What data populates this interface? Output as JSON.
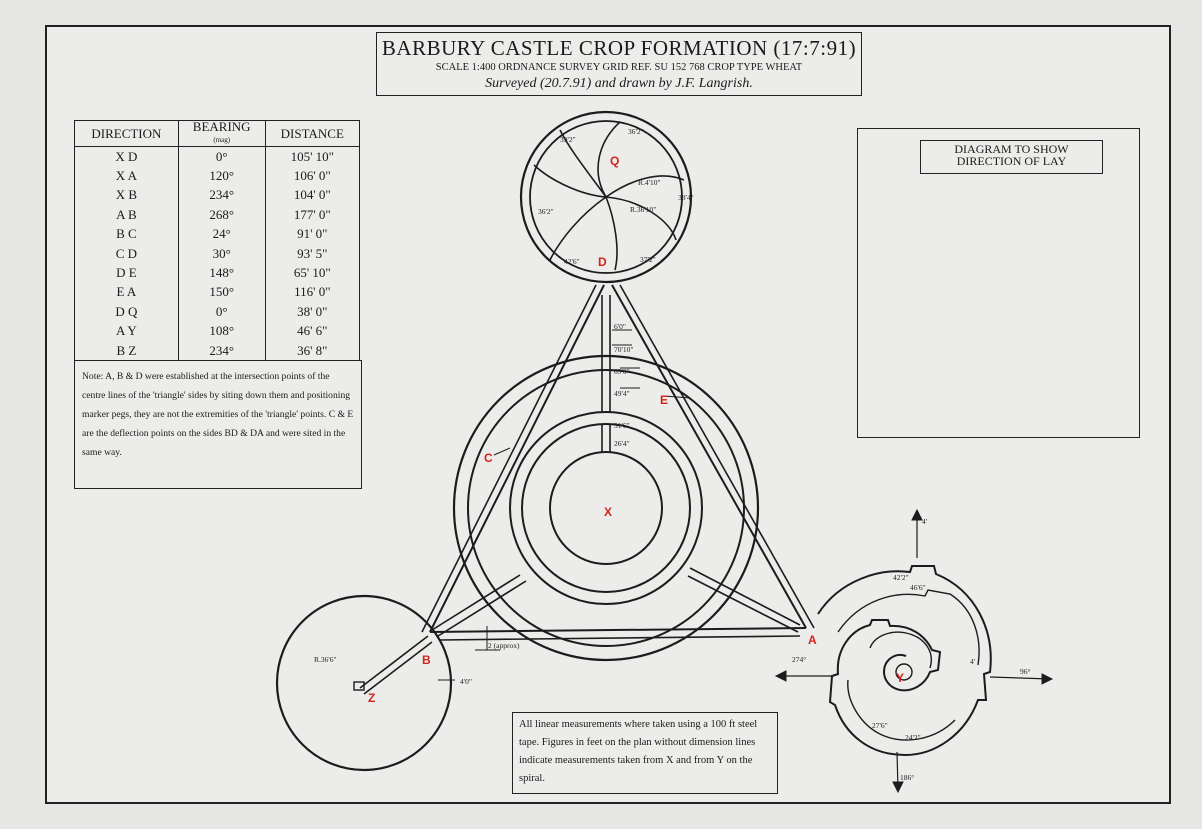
{
  "title": {
    "main": "BARBURY CASTLE CROP FORMATION  (17:7:91)",
    "sub": "SCALE 1:400   ORDNANCE SURVEY GRID REF.  SU 152 768  CROP TYPE WHEAT",
    "survey": "Surveyed (20.7.91) and drawn by J.F. Langrish."
  },
  "table": {
    "headers": [
      "DIRECTION",
      "BEARING",
      "DISTANCE"
    ],
    "bearing_sub": "(mag)",
    "rows": [
      [
        "X D",
        "0°",
        "105' 10\""
      ],
      [
        "X A",
        "120°",
        "106'  0\""
      ],
      [
        "X B",
        "234°",
        "104'  0\""
      ],
      [
        "A B",
        "268°",
        "177'  0\""
      ],
      [
        "B C",
        "24°",
        "91'  0\""
      ],
      [
        "C D",
        "30°",
        "93'  5\""
      ],
      [
        "D E",
        "148°",
        "65' 10\""
      ],
      [
        "E A",
        "150°",
        "116'  0\""
      ],
      [
        "D Q",
        "0°",
        "38'  0\""
      ],
      [
        "A Y",
        "108°",
        "46'  6\""
      ],
      [
        "B Z",
        "234°",
        "36'  8\""
      ]
    ]
  },
  "note": "Note: A, B & D were established at the intersection points of the centre lines of the 'triangle' sides by siting down them and positioning marker pegs, they are not the extremities of the 'triangle' points. C & E are the deflection points on the sides BD & DA and were sited in the same way.",
  "direction_box": {
    "title": "DIAGRAM TO SHOW DIRECTION OF LAY"
  },
  "tape_note": "All linear measurements where taken using a 100 ft steel tape. Figures in feet on the plan without dimension lines indicate measurements taken from X and from Y on the spiral.",
  "points": {
    "Q": "Q",
    "D": "D",
    "E": "E",
    "C": "C",
    "X": "X",
    "A": "A",
    "B": "B",
    "Z": "Z",
    "Y": "Y"
  },
  "measurements": {
    "ring_6": "6'0\"",
    "ring_70": "70'10\"",
    "ring_65": "65'0\"",
    "ring_49": "49'4\"",
    "ring_31": "31'6\"",
    "ring_26": "26'4\"",
    "q_36_1": "36'2\"",
    "q_36_2": "36'2\"",
    "q_39": "39'2\"",
    "q_38": "38'4\"",
    "q_r1": "R.4'10\"",
    "q_r2": "R.36'10\"",
    "q_42": "42'6\"",
    "q_37": "37'2\"",
    "z_r": "R.36'6\"",
    "z_40": "4'0\"",
    "tri_2": "2 (approx)",
    "y_42": "42'2\"",
    "y_46": "46'6\"",
    "y_24": "24'2\"",
    "y_27": "27'6\"",
    "y_4a": "4'",
    "y_4b": "4'",
    "y_deg270": "274°",
    "y_deg90": "96°",
    "y_deg180": "186°"
  }
}
